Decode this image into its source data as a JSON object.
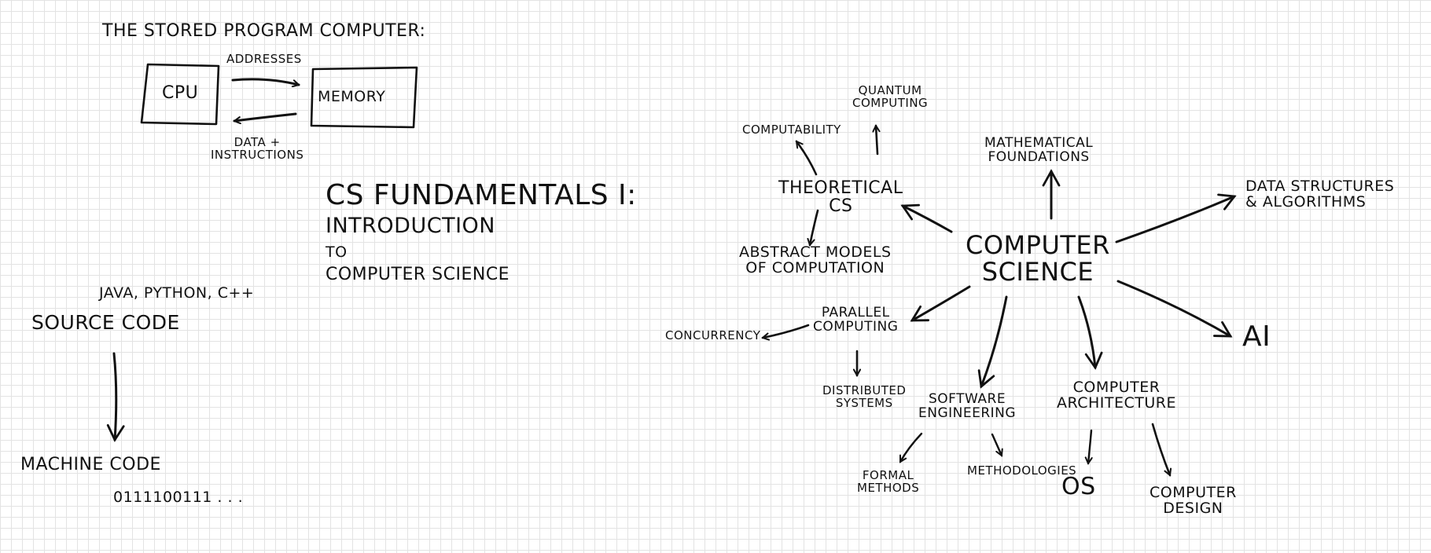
{
  "stored_program": {
    "title": "THE STORED PROGRAM COMPUTER:",
    "cpu": "CPU",
    "memory": "MEMORY",
    "addresses": "ADDRESSES",
    "data_instructions": "DATA +\nINSTRUCTIONS"
  },
  "course": {
    "line1": "CS FUNDAMENTALS I:",
    "line2": "INTRODUCTION",
    "line3": "TO",
    "line4": "COMPUTER SCIENCE"
  },
  "code": {
    "languages": "JAVA, PYTHON, C++",
    "source": "SOURCE CODE",
    "machine": "MACHINE CODE",
    "binary": "0111100111 . . ."
  },
  "map": {
    "center": "COMPUTER\nSCIENCE",
    "theoretical": "THEORETICAL\nCS",
    "computability": "COMPUTABILITY",
    "quantum": "QUANTUM\nCOMPUTING",
    "abstract_models": "ABSTRACT MODELS\nOF COMPUTATION",
    "mathematical": "MATHEMATICAL\nFOUNDATIONS",
    "data_structures": "DATA STRUCTURES\n& ALGORITHMS",
    "parallel": "PARALLEL\nCOMPUTING",
    "concurrency": "CONCURRENCY",
    "distributed": "DISTRIBUTED\nSYSTEMS",
    "software_eng": "SOFTWARE\nENGINEERING",
    "formal_methods": "FORMAL\nMETHODS",
    "methodologies": "METHODOLOGIES",
    "computer_arch": "COMPUTER\nARCHITECTURE",
    "os": "OS",
    "computer_design": "COMPUTER\nDESIGN",
    "ai": "AI"
  }
}
